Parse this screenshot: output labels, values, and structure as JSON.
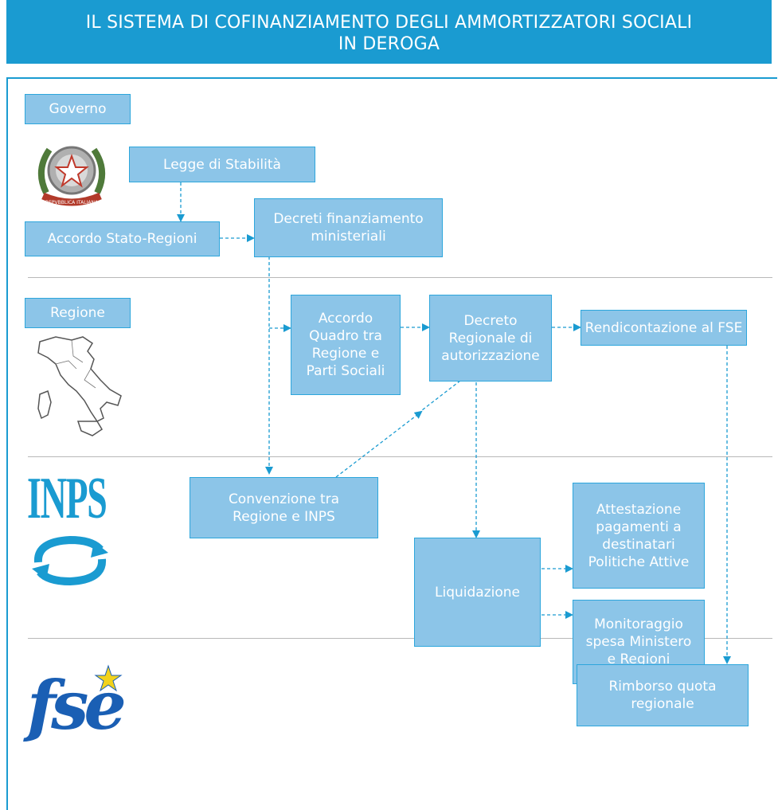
{
  "title": "IL SISTEMA DI COFINANZIAMENTO DEGLI AMMORTIZZATORI SOCIALI\nIN DEROGA",
  "sections": {
    "governo": "Governo",
    "regione": "Regione"
  },
  "logos": {
    "republic_text": "REPVBBLICA ITALIANA",
    "inps_text": "INPS",
    "fse_text": "fse"
  },
  "nodes": {
    "legge": "Legge di Stabilità",
    "accordo_stato": "Accordo Stato-Regioni",
    "decreti": "Decreti finanziamento ministeriali",
    "accordo_quadro": "Accordo Quadro tra Regione e Parti Sociali",
    "decreto_regionale": "Decreto Regionale di autorizzazione",
    "rendicontazione": "Rendicontazione al FSE",
    "convenzione": "Convenzione tra Regione e INPS",
    "attestazione": "Attestazione pagamenti a destinatari Politiche Attive",
    "liquidazione": "Liquidazione",
    "monitoraggio": "Monitoraggio spesa Ministero e Regioni",
    "rimborso": "Rimborso quota regionale"
  },
  "colors": {
    "title_bg": "#1a9bd1",
    "box_bg": "#8cc5e8",
    "box_border": "#2da6dc",
    "connector": "#1a9bd1",
    "separator": "#b8b8b8"
  }
}
